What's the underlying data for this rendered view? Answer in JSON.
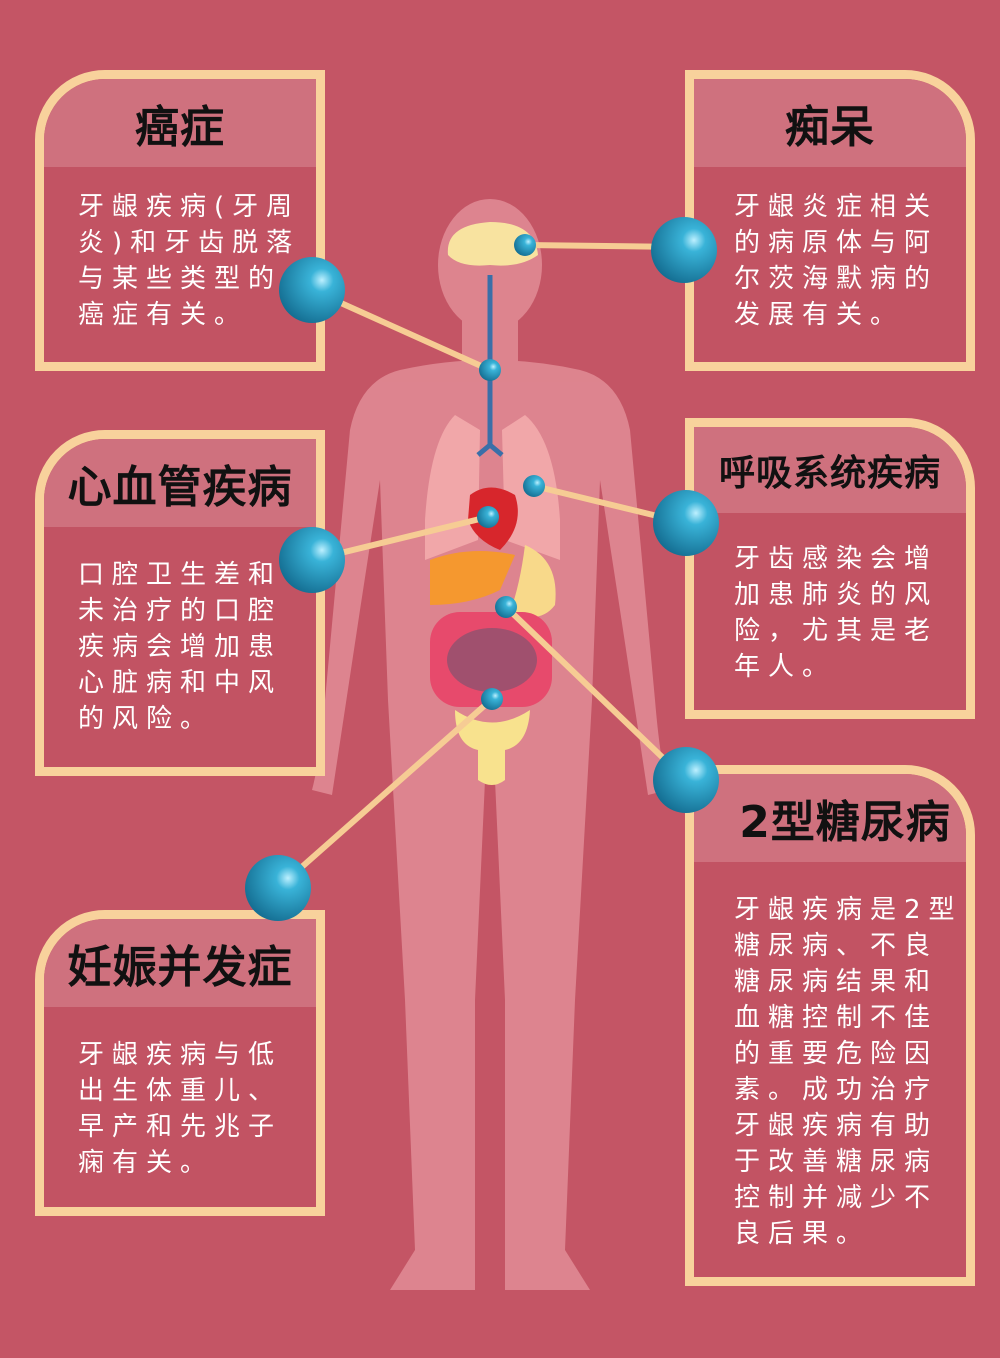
{
  "panels": {
    "cancer": {
      "title": "癌症",
      "lines": [
        "牙龈疾病(牙周",
        "炎)和牙齿脱落",
        "与某些类型的",
        "癌症有关。"
      ]
    },
    "dementia": {
      "title": "痴呆",
      "lines": [
        "牙龈炎症相关",
        "的病原体与阿",
        "尔茨海默病的",
        "发展有关。"
      ]
    },
    "cardio": {
      "title": "心血管疾病",
      "lines": [
        "口腔卫生差和",
        "未治疗的口腔",
        "疾病会增加患",
        "心脏病和中风",
        "的风险。"
      ]
    },
    "respiratory": {
      "title": "呼吸系统疾病",
      "lines": [
        "牙齿感染会增",
        "加患肺炎的风",
        "险，尤其是老",
        "年人。"
      ]
    },
    "diabetes": {
      "title": "2型糖尿病",
      "lines": [
        "牙龈疾病是2型",
        "糖尿病、不良",
        "糖尿病结果和",
        "血糖控制不佳",
        "的重要危险因",
        "素。成功治疗",
        "牙龈疾病有助",
        "于改善糖尿病",
        "控制并减少不",
        "良后果。"
      ]
    },
    "pregnancy": {
      "title": "妊娠并发症",
      "lines": [
        "牙龈疾病与低",
        "出生体重儿、",
        "早产和先兆子",
        "痫有关。"
      ]
    }
  },
  "colors": {
    "background": "#c45565",
    "border": "#f8d29c",
    "sphere": "#2a9fc4",
    "body": "#e08c92"
  }
}
